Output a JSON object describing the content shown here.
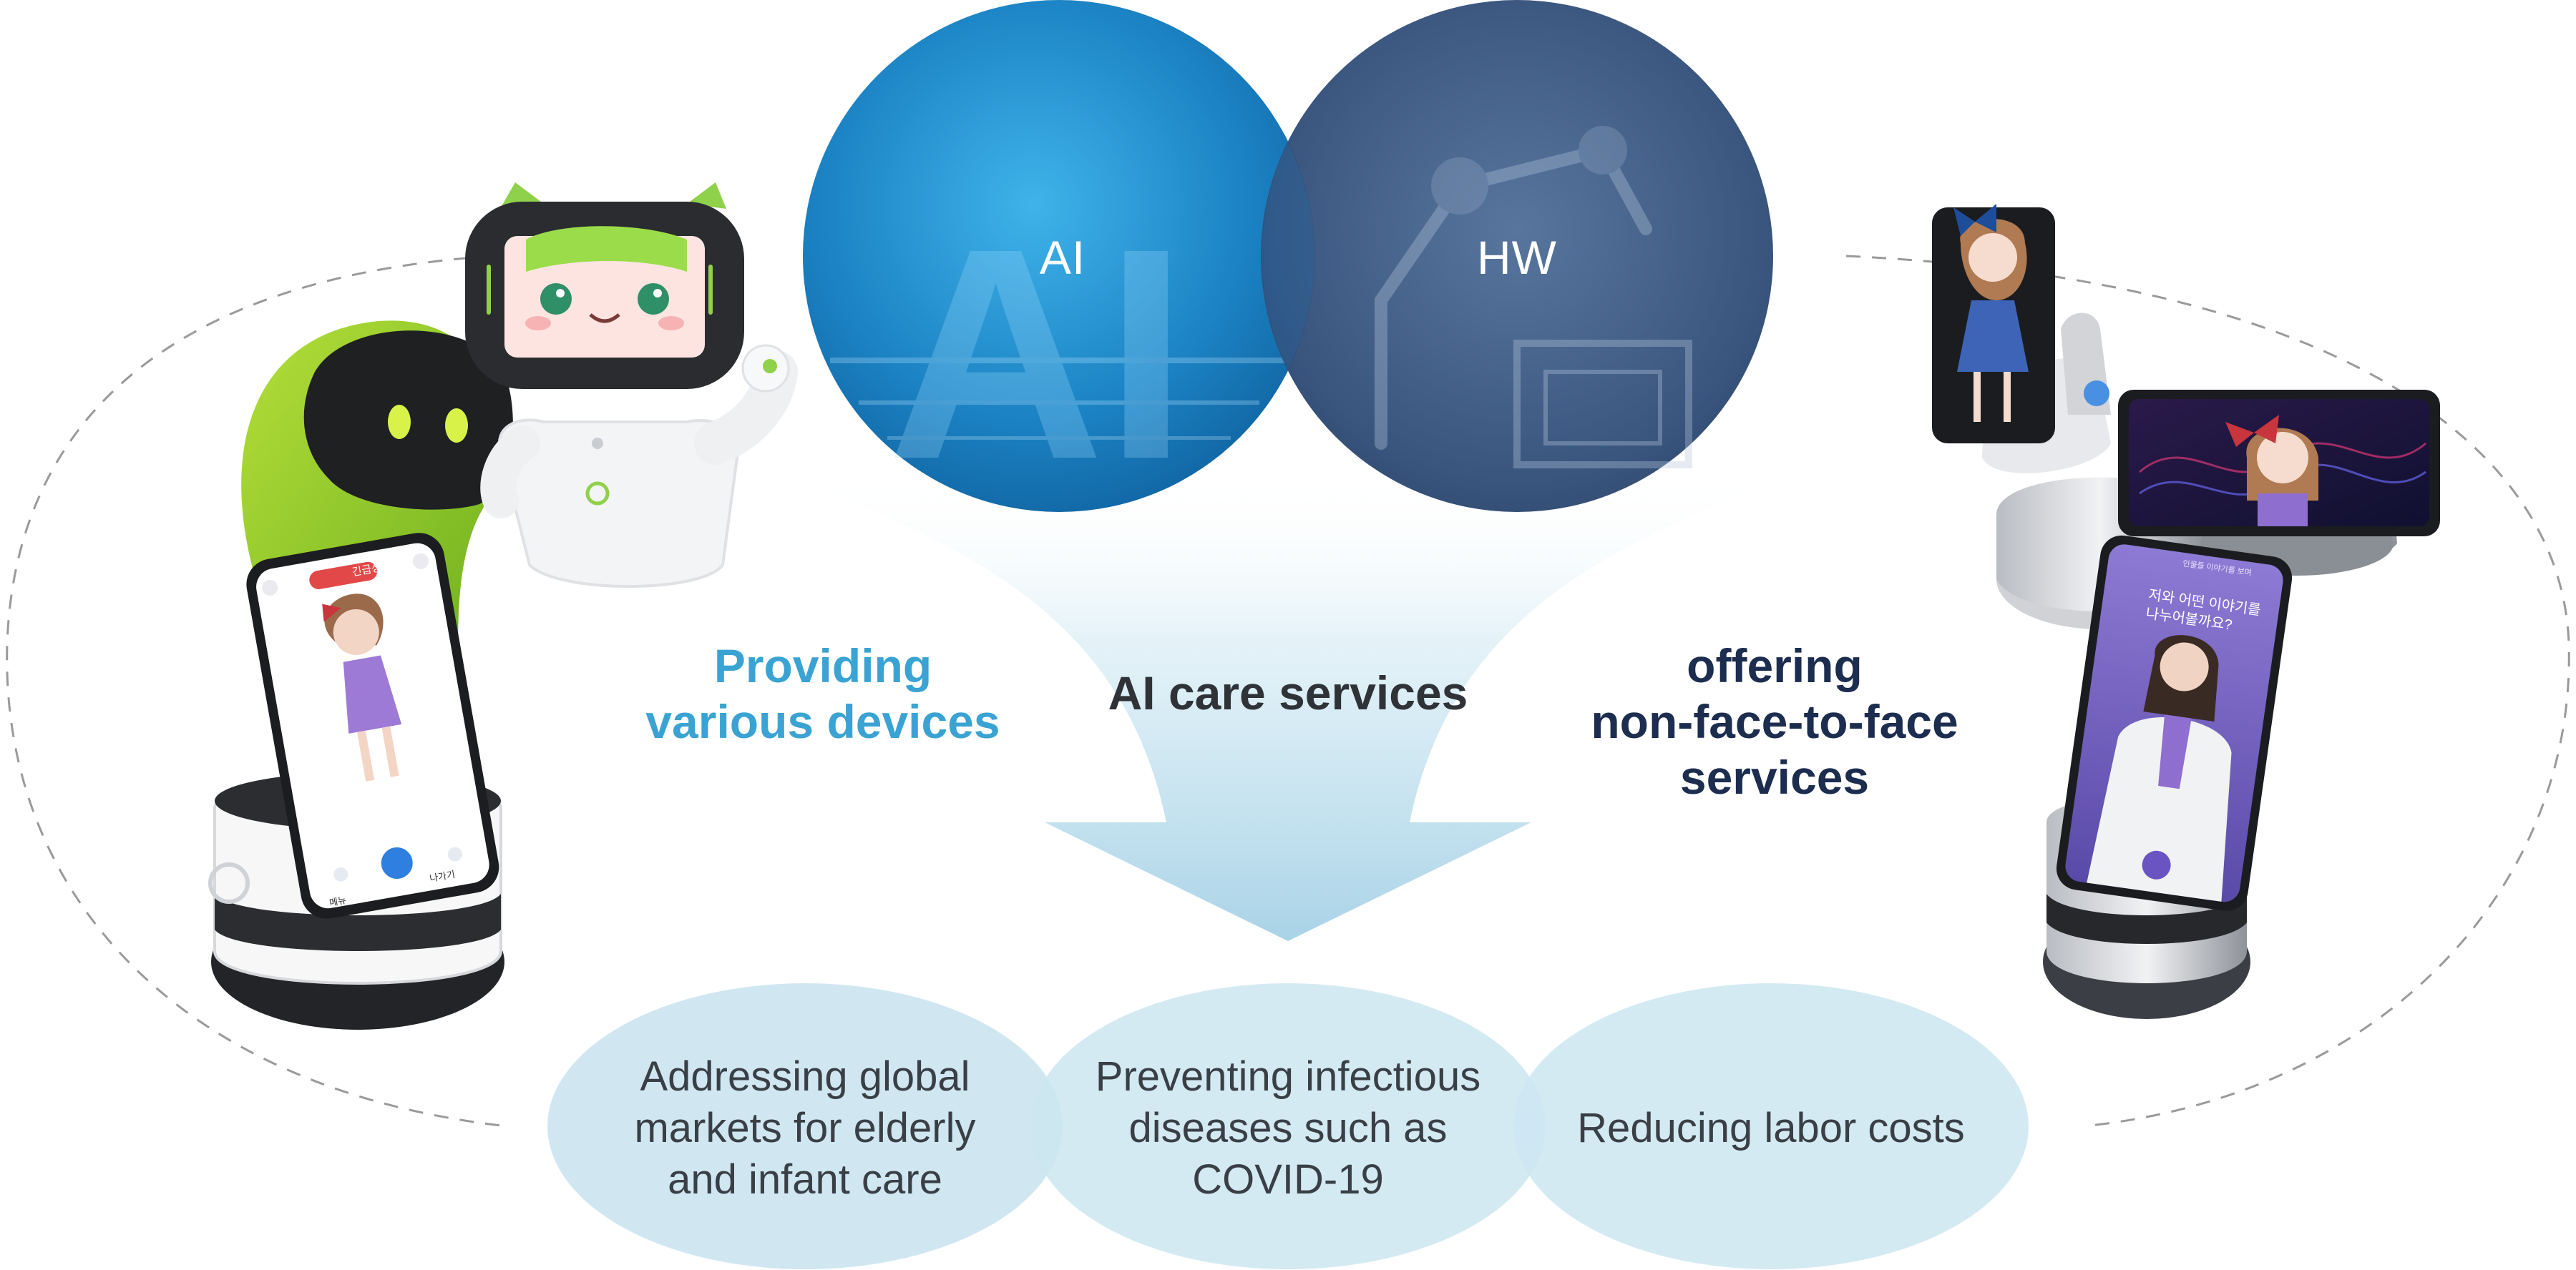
{
  "circles": {
    "ai_label": "AI",
    "hw_label": "HW"
  },
  "headings": {
    "left": [
      "Providing",
      "various devices"
    ],
    "center": "AI care services",
    "right": [
      "offering",
      "non-face-to-face",
      "services"
    ]
  },
  "benefits": [
    [
      "Addressing global",
      "markets for elderly",
      "and infant care"
    ],
    [
      "Preventing infectious",
      "diseases such as",
      "COVID-19"
    ],
    [
      "Reducing labor costs"
    ]
  ],
  "devices": {
    "left_phone": {
      "top_badge": "긴급상황",
      "bottom_left_label": "메뉴",
      "bottom_right_label": "나가기"
    },
    "right_phone": {
      "top_line": "인물들 이야기를 보며",
      "prompt_line_1": "저와 어떤 이야기를",
      "prompt_line_2": "나누어볼까요?"
    }
  },
  "colors": {
    "light_blue_heading": "#3aa3d3",
    "dark_navy_heading": "#1c2d4f",
    "dark_gray_heading": "#2f3338",
    "pill_fill": "#cde6f1",
    "funnel_fill": "#b9dcea",
    "ai_circle": "#1f86c4",
    "hw_circle": "#38537a"
  }
}
